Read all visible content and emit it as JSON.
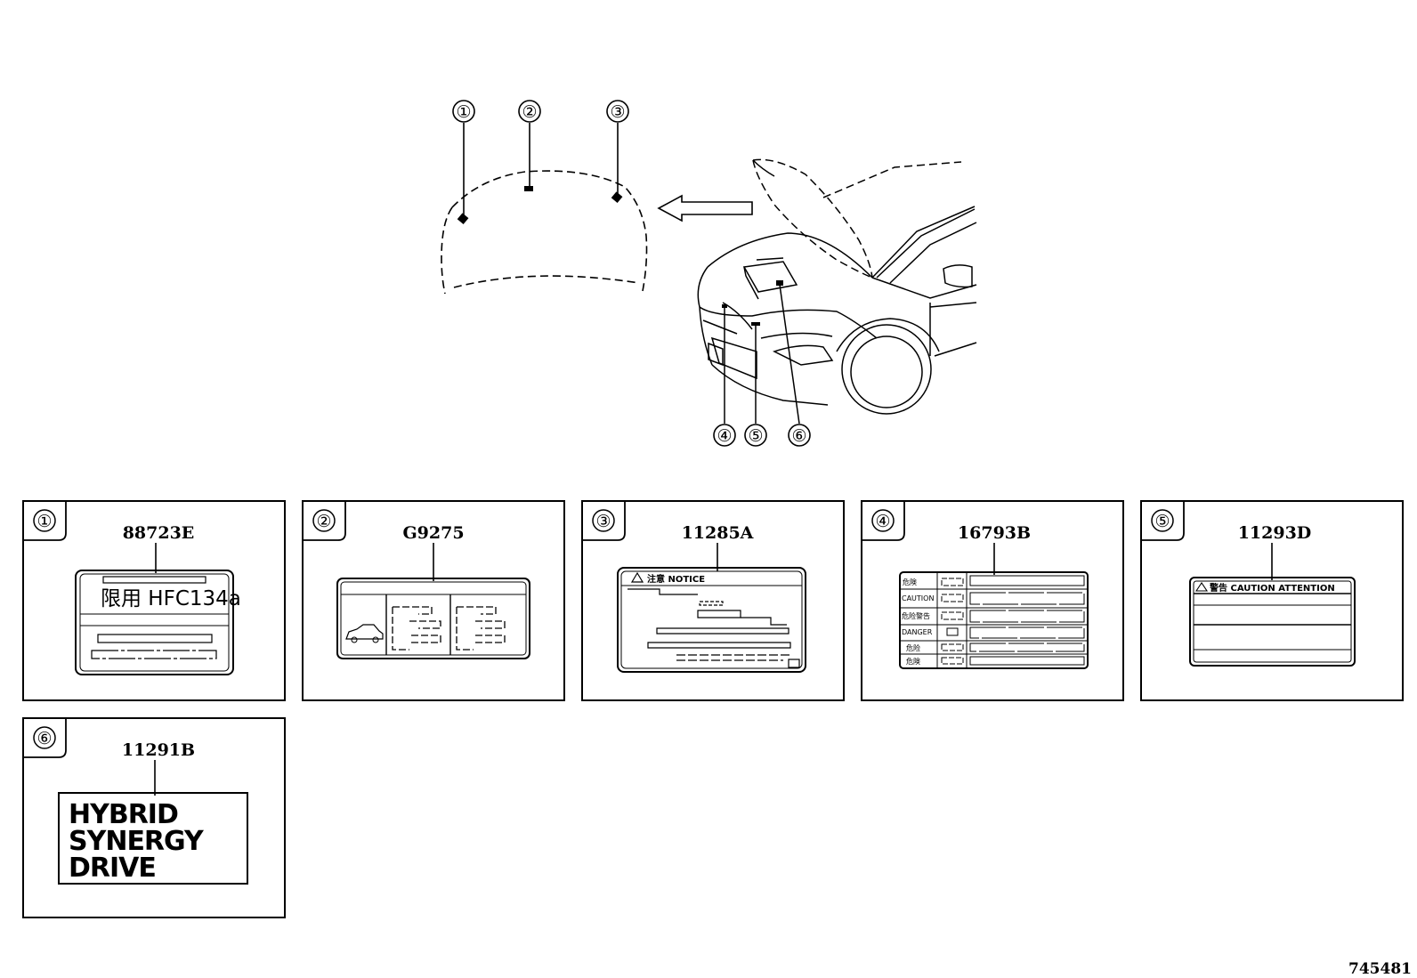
{
  "callouts": [
    "①",
    "②",
    "③",
    "④",
    "⑤",
    "⑥"
  ],
  "panels": [
    {
      "callout": "①",
      "part_number": "88723E",
      "label_text": "限用 HFC134a"
    },
    {
      "callout": "②",
      "part_number": "G9275"
    },
    {
      "callout": "③",
      "part_number": "11285A",
      "label_text": "注意 NOTICE"
    },
    {
      "callout": "④",
      "part_number": "16793B",
      "label_lines": [
        "危険",
        "CAUTION",
        "危险警告",
        "DANGER",
        "危险",
        "危険"
      ]
    },
    {
      "callout": "⑤",
      "part_number": "11293D",
      "label_text": "警告 CAUTION ATTENTION"
    },
    {
      "callout": "⑥",
      "part_number": "11291B",
      "label_lines": [
        "HYBRID",
        "SYNERGY",
        "DRIVE"
      ]
    }
  ],
  "diagram_id": "745481"
}
